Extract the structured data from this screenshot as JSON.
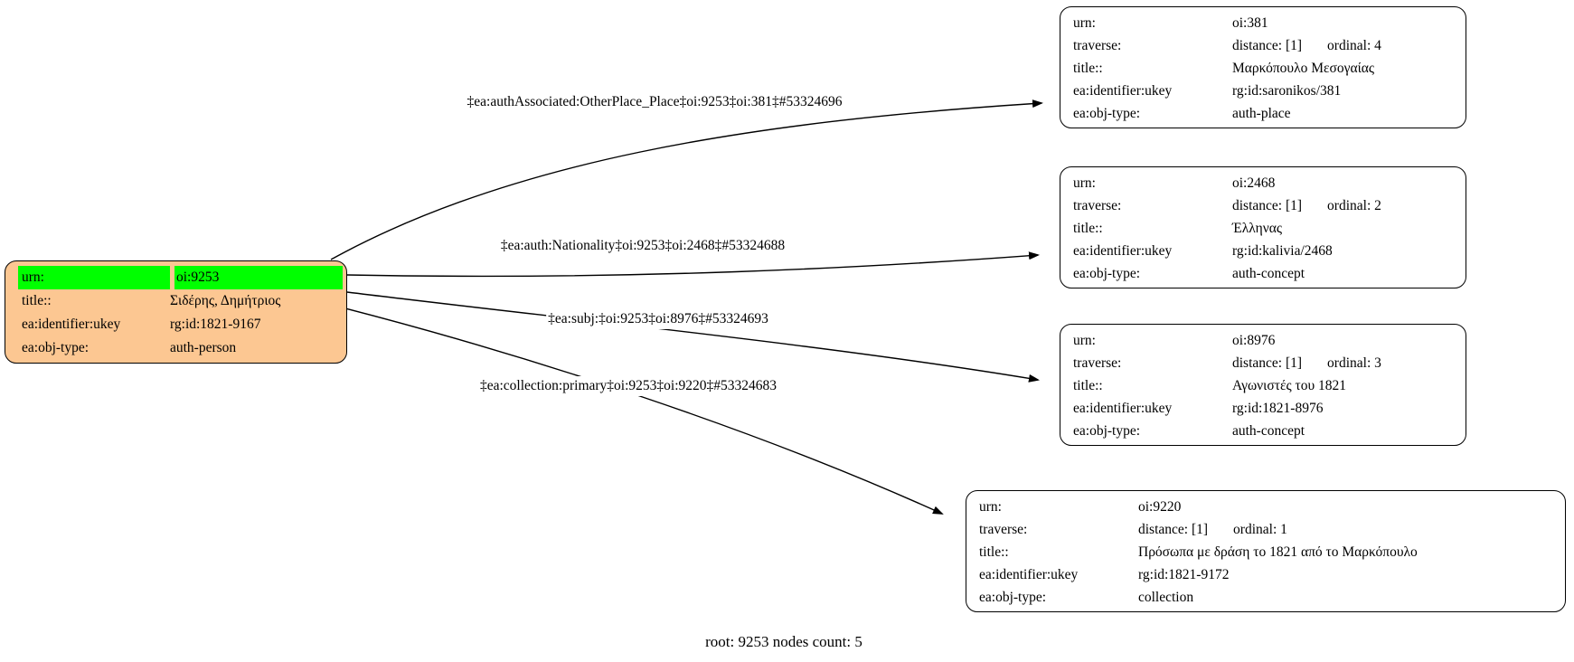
{
  "colors": {
    "root_fill": "#FCC792",
    "highlight": "#00FF00",
    "node_fill": "#FFFFFF",
    "border": "#000000",
    "edge": "#000000"
  },
  "field_labels": {
    "urn": "urn:",
    "traverse": "traverse:",
    "title": "title::",
    "ukey": "ea:identifier:ukey",
    "objtype": "ea:obj-type:"
  },
  "root_node": {
    "urn": "oi:9253",
    "title": "Σιδέρης, Δημήτριος",
    "ukey": "rg:id:1821-9167",
    "objtype": "auth-person"
  },
  "nodes": [
    {
      "urn": "oi:381",
      "distance": "distance: [1]",
      "ordinal": "ordinal: 4",
      "title": "Μαρκόπουλο Μεσογαίας",
      "ukey": "rg:id:saronikos/381",
      "objtype": "auth-place"
    },
    {
      "urn": "oi:2468",
      "distance": "distance: [1]",
      "ordinal": "ordinal: 2",
      "title": "Έλληνας",
      "ukey": "rg:id:kalivia/2468",
      "objtype": "auth-concept"
    },
    {
      "urn": "oi:8976",
      "distance": "distance: [1]",
      "ordinal": "ordinal: 3",
      "title": "Αγωνιστές του 1821",
      "ukey": "rg:id:1821-8976",
      "objtype": "auth-concept"
    },
    {
      "urn": "oi:9220",
      "distance": "distance: [1]",
      "ordinal": "ordinal: 1",
      "title": "Πρόσωπα με δράση το 1821 από το Μαρκόπουλο",
      "ukey": "rg:id:1821-9172",
      "objtype": "collection"
    }
  ],
  "edges": [
    {
      "label": "‡ea:authAssociated:OtherPlace_Place‡oi:9253‡oi:381‡#53324696"
    },
    {
      "label": "‡ea:auth:Nationality‡oi:9253‡oi:2468‡#53324688"
    },
    {
      "label": "‡ea:subj:‡oi:9253‡oi:8976‡#53324693"
    },
    {
      "label": "‡ea:collection:primary‡oi:9253‡oi:9220‡#53324683"
    }
  ],
  "caption": "root: 9253 nodes count: 5"
}
